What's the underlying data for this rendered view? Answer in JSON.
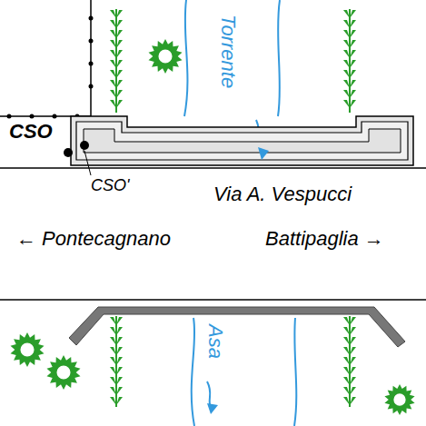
{
  "diagram": {
    "labels": [
      "Torrente",
      "CSO",
      "CSO'",
      "Via A. Vespucci",
      "← Pontecagnano",
      "Battipaglia →",
      "Asa"
    ]
  }
}
